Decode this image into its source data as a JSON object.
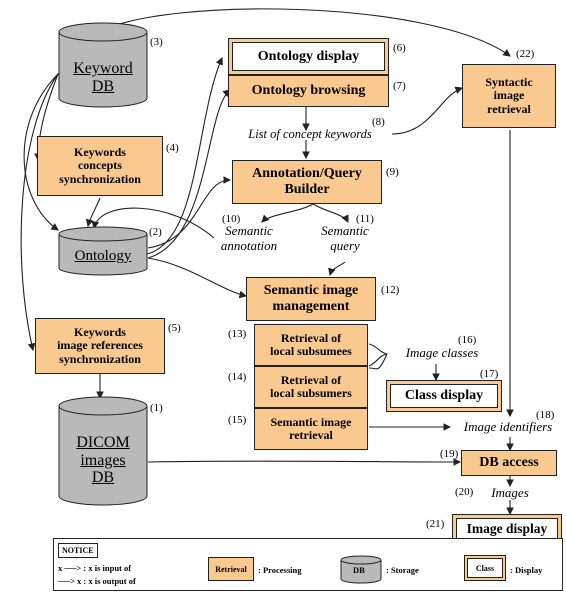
{
  "nodes": {
    "keyword_db": {
      "label": "Keyword\nDB",
      "num": "(3)"
    },
    "ontology_db": {
      "label": "Ontology",
      "num": "(2)"
    },
    "dicom_db": {
      "label": "DICOM\nimages\nDB",
      "num": "(1)"
    },
    "kw_concepts_sync": {
      "label": "Keywords\nconcepts\nsynchronization",
      "num": "(4)"
    },
    "kw_img_ref_sync": {
      "label": "Keywords\nimage references\nsynchronization",
      "num": "(5)"
    },
    "ontology_display": {
      "label": "Ontology display",
      "num": "(6)"
    },
    "ontology_browsing": {
      "label": "Ontology browsing",
      "num": "(7)"
    },
    "annotation_builder": {
      "label": "Annotation/Query\nBuilder",
      "num": "(9)"
    },
    "semantic_mgmt": {
      "label": "Semantic image\nmanagement",
      "num": "(12)"
    },
    "retrieval_subsumees": {
      "label": "Retrieval of\nlocal subsumees",
      "num": "(13)"
    },
    "retrieval_subsumers": {
      "label": "Retrieval of\nlocal subsumers",
      "num": "(14)"
    },
    "semantic_retrieval": {
      "label": "Semantic image\nretrieval",
      "num": "(15)"
    },
    "syntactic_retrieval": {
      "label": "Syntactic\nimage\nretrieval",
      "num": "(22)"
    },
    "class_display": {
      "label": "Class display",
      "num": "(17)"
    },
    "db_access": {
      "label": "DB access",
      "num": "(19)"
    },
    "image_display": {
      "label": "Image display",
      "num": "(21)"
    }
  },
  "labels": {
    "concept_keywords": {
      "text": "List of concept keywords",
      "num": "(8)"
    },
    "semantic_annotation": {
      "text": "Semantic\nannotation",
      "num": "(10)"
    },
    "semantic_query": {
      "text": "Semantic\nquery",
      "num": "(11)"
    },
    "image_classes": {
      "text": "Image classes",
      "num": "(16)"
    },
    "image_identifiers": {
      "text": "Image identifiers",
      "num": "(18)"
    },
    "images": {
      "text": "Images",
      "num": "(20)"
    }
  },
  "notice": {
    "title": "NOTICE",
    "input_of": "x ──> : x is input of",
    "output_of": "──> x : x is output of",
    "processing_sample": "Retrieval",
    "processing_text": ": Processing",
    "storage_sample": "DB",
    "storage_text": ": Storage",
    "display_sample": "Class",
    "display_text": ": Display"
  },
  "colors": {
    "processing": "#f9c98f",
    "storage": "#b9b9b9",
    "line": "#222222"
  }
}
